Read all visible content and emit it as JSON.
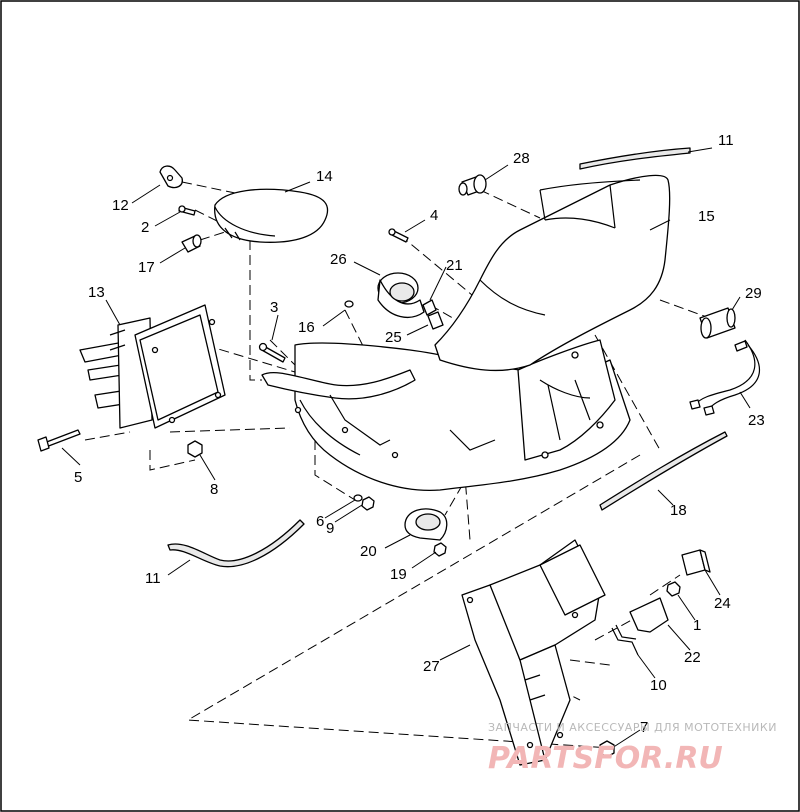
{
  "callouts": {
    "c1": "1",
    "c2": "2",
    "c3": "3",
    "c4": "4",
    "c5": "5",
    "c6": "6",
    "c7": "7",
    "c8": "8",
    "c9": "9",
    "c10": "10",
    "c11a": "11",
    "c11b": "11",
    "c12": "12",
    "c13": "13",
    "c14": "14",
    "c15": "15",
    "c16": "16",
    "c17": "17",
    "c18": "18",
    "c19": "19",
    "c20": "20",
    "c21": "21",
    "c22": "22",
    "c23": "23",
    "c24": "24",
    "c25": "25",
    "c26": "26",
    "c27": "27",
    "c28": "28",
    "c29": "29"
  },
  "watermark": {
    "tagline": "ЗАПЧАСТИ И АКСЕССУАРЫ ДЛЯ МОТОТЕХНИКИ",
    "brand": "PARTSFOR.RU"
  },
  "colors": {
    "line": "#000000",
    "watermark_text": "#b9b9b9",
    "watermark_brand": "#f2b6b6"
  }
}
